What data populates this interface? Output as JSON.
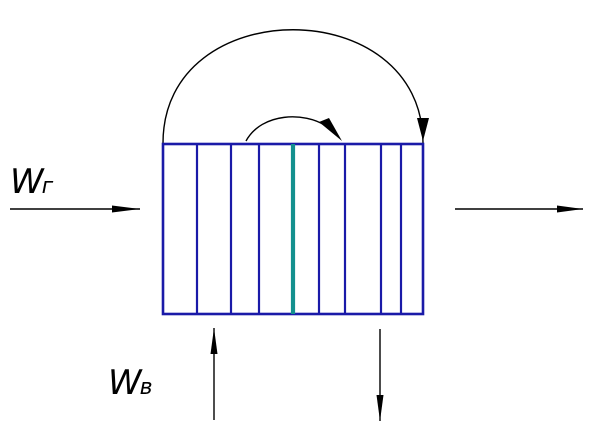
{
  "labels": {
    "gas_flow": {
      "main": "W",
      "sub": "г"
    },
    "water_flow": {
      "main": "W",
      "sub": "в"
    }
  },
  "colors": {
    "block_outline": "#1a1aa8",
    "center_line": "#13908e",
    "arrows": "#000000",
    "background": "#ffffff"
  },
  "block": {
    "partition_count": 8,
    "highlighted_partition": "center"
  }
}
